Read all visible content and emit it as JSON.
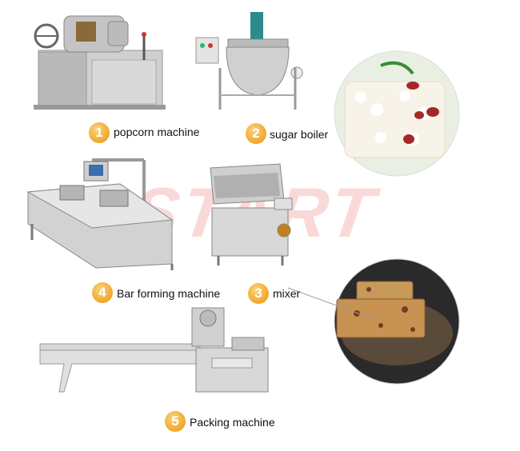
{
  "steps": [
    {
      "number": "1",
      "label": "popcorn machine"
    },
    {
      "number": "2",
      "label": "sugar boiler"
    },
    {
      "number": "3",
      "label": "mixer"
    },
    {
      "number": "4",
      "label": "Bar forming machine"
    },
    {
      "number": "5",
      "label": "Packing machine"
    }
  ],
  "watermark": "START",
  "colors": {
    "badge": "#f0a72c",
    "steel": "#c8c8c8",
    "watermark": "#e8786e",
    "panel_blue": "#3a6fb0"
  }
}
